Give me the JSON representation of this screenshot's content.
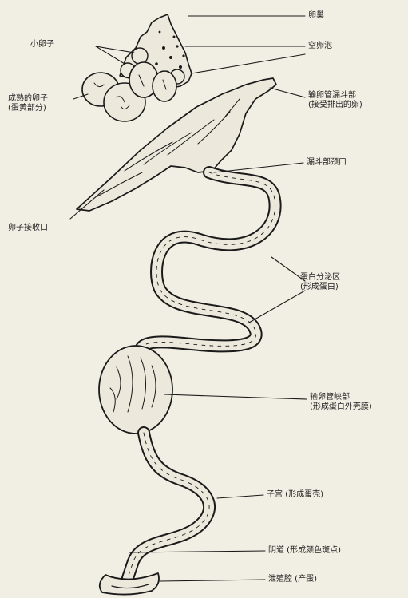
{
  "labels": {
    "ovary": "卵巢",
    "small_ova": "小卵子",
    "empty_follicle": "空卵泡",
    "infundibulum": "输卵管漏斗部",
    "infundibulum_note": "(接受排出的卵)",
    "mature_ovum": "成熟的卵子",
    "mature_ovum_note": "(蛋黄部分)",
    "funnel_neck": "漏斗部颈口",
    "ovum_receiving_opening": "卵子接收口",
    "magnum": "蛋白分泌区",
    "magnum_note": "(形成蛋白)",
    "isthmus": "输卵管峡部",
    "isthmus_note": "(形成蛋白外壳膜)",
    "uterus": "子宫 (形成蛋壳)",
    "vagina": "阴道 (形成颜色斑点)",
    "cloaca": "泄殖腔 (产蛋)"
  },
  "colors": {
    "background": "#f1eee3",
    "ink": "#1a1a1a",
    "tissue": "#ece8dc"
  }
}
